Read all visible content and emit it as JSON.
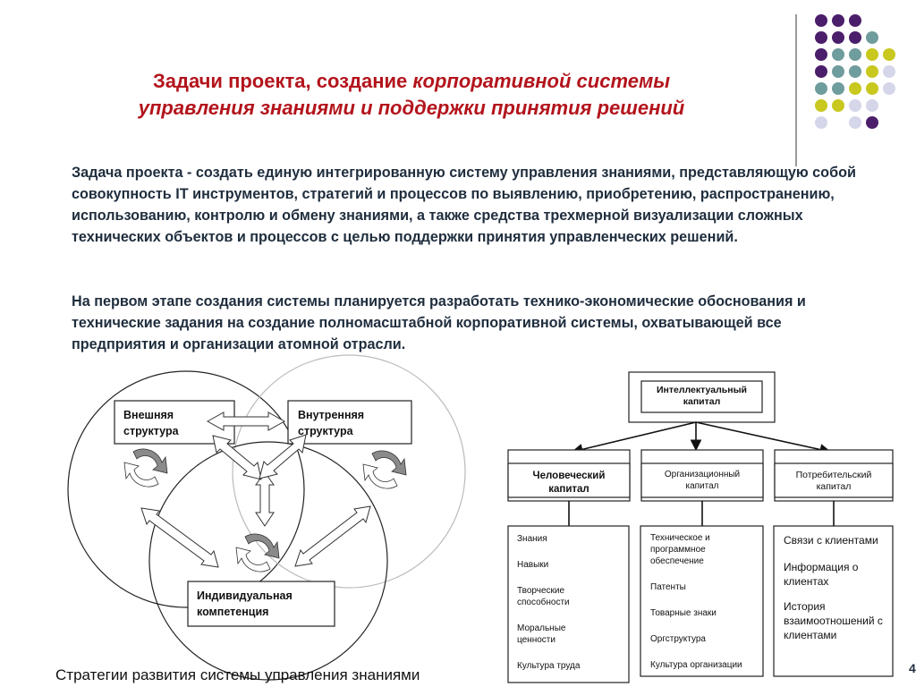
{
  "title": {
    "part1": "Задачи проекта, создание ",
    "part2_italic": "корпоративной системы",
    "line2_italic": "управления знаниями и поддержки принятия решений"
  },
  "paragraphs": [
    "Задача проекта - создать единую интегрированную систему управления знаниями, представляющую собой совокупность IT инструментов, стратегий и процессов по выявлению, приобретению, распространению, использованию, контролю и обмену знаниями, а также средства трехмерной визуализации сложных технических объектов и процессов с целью поддержки принятия управленческих решений.",
    "На первом этапе создания системы планируется разработать технико-экономические обоснования и технические задания на создание полномасштабной корпоративной системы, охватывающей все предприятия и организации атомной отрасли."
  ],
  "venn": {
    "external": [
      "Внешняя",
      "структура"
    ],
    "internal": [
      "Внутренняя",
      "структура"
    ],
    "individual": [
      "Индивидуальная",
      "компетенция"
    ]
  },
  "org_chart": {
    "root": [
      "Интеллектуальный",
      "капитал"
    ],
    "human": {
      "title": [
        "Человеческий",
        "капитал"
      ],
      "items": [
        "Знания",
        "Навыки",
        "Творческие способности",
        "Моральные ценности",
        "Культура труда"
      ]
    },
    "organizational": {
      "title": [
        "Организационный",
        "капитал"
      ],
      "items": [
        "Техническое и программное обеспечение",
        "Патенты",
        "Товарные знаки",
        "Оргструктура",
        "Культура организации"
      ]
    },
    "consumer": {
      "title": [
        "Потребительский",
        "капитал"
      ],
      "items": [
        "Связи с клиентами",
        "Информация о клиентах",
        "История взаимоотношений с клиентами"
      ]
    }
  },
  "footer": "Стратегии развития системы управления знаниями",
  "page_number": "4",
  "colors": {
    "title": "#b3141c",
    "text": "#1f2d3d",
    "dot_purple": "#4b1e6b",
    "dot_teal": "#6f9c9c",
    "dot_olive": "#c8c81e",
    "dot_lavender": "#d6d6ea"
  }
}
